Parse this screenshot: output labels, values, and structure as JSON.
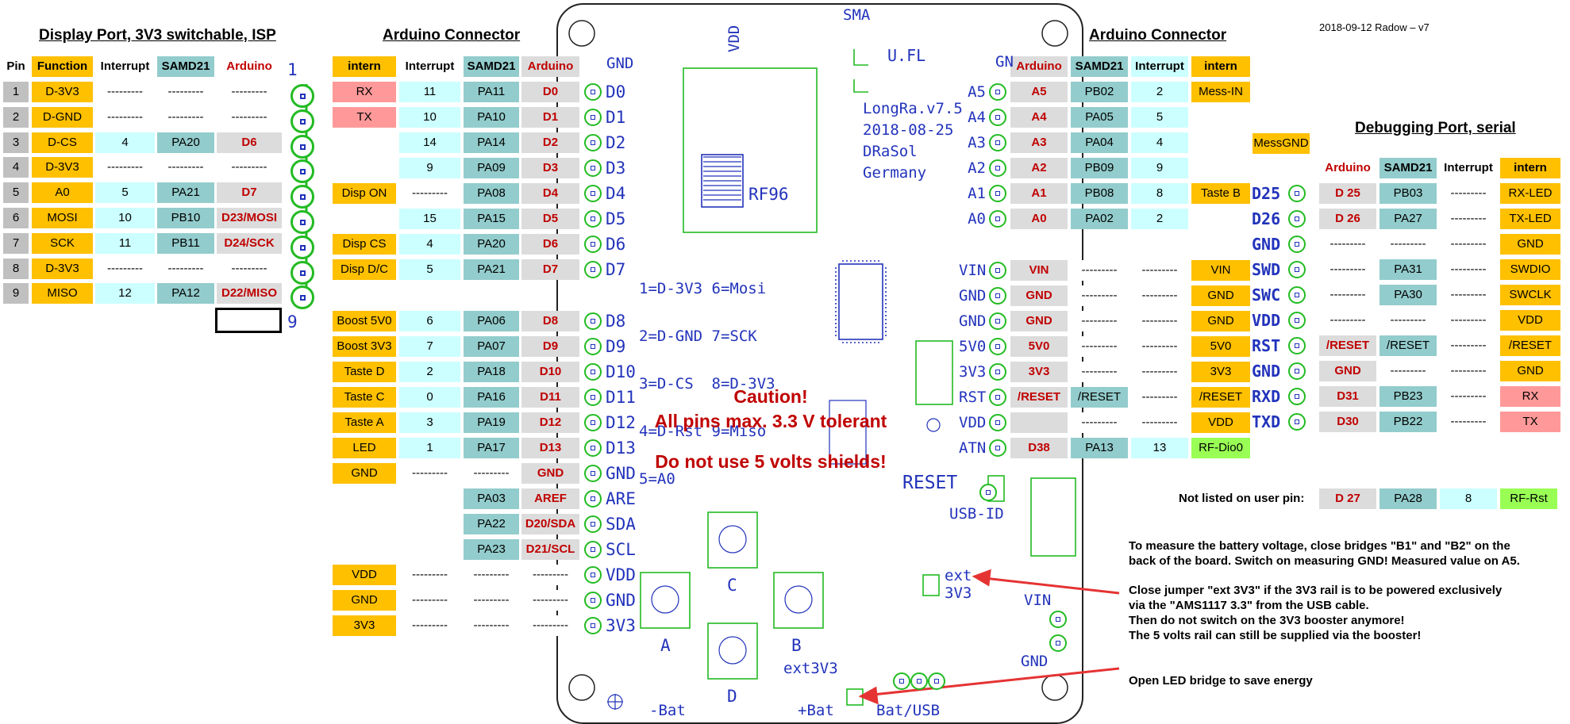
{
  "version": "2018-09-12 Radow – v7",
  "left_section": {
    "title": "Display Port, 3V3 switchable, ISP",
    "headers": [
      "Pin",
      "Function",
      "Interrupt",
      "SAMD21",
      "Arduino"
    ],
    "rows": [
      [
        "1",
        "D-3V3",
        "---------",
        "---------",
        "---------"
      ],
      [
        "2",
        "D-GND",
        "---------",
        "---------",
        "---------"
      ],
      [
        "3",
        "D-CS",
        "4",
        "PA20",
        "D6"
      ],
      [
        "4",
        "D-3V3",
        "---------",
        "---------",
        "---------"
      ],
      [
        "5",
        "A0",
        "5",
        "PA21",
        "D7"
      ],
      [
        "6",
        "MOSI",
        "10",
        "PB10",
        "D23/MOSI"
      ],
      [
        "7",
        "SCK",
        "11",
        "PB11",
        "D24/SCK"
      ],
      [
        "8",
        "D-3V3",
        "---------",
        "---------",
        "---------"
      ],
      [
        "9",
        "MISO",
        "12",
        "PA12",
        "D22/MISO"
      ]
    ],
    "header_numbers": [
      "1",
      "9"
    ]
  },
  "mid_section": {
    "title": "Arduino Connector",
    "headers": [
      "intern",
      "Interrupt",
      "SAMD21",
      "Arduino"
    ],
    "rows": [
      [
        "RX",
        "11",
        "PA11",
        "D0",
        "D0"
      ],
      [
        "TX",
        "10",
        "PA10",
        "D1",
        "D1"
      ],
      [
        "",
        "14",
        "PA14",
        "D2",
        "D2"
      ],
      [
        "",
        "9",
        "PA09",
        "D3",
        "D3"
      ],
      [
        "Disp ON",
        "---------",
        "PA08",
        "D4",
        "D4"
      ],
      [
        "",
        "15",
        "PA15",
        "D5",
        "D5"
      ],
      [
        "Disp CS",
        "4",
        "PA20",
        "D6",
        "D6"
      ],
      [
        "Disp D/C",
        "5",
        "PA21",
        "D7",
        "D7"
      ],
      [
        "Boost 5V0",
        "6",
        "PA06",
        "D8",
        "D8"
      ],
      [
        "Boost 3V3",
        "7",
        "PA07",
        "D9",
        "D9"
      ],
      [
        "Taste D",
        "2",
        "PA18",
        "D10",
        "D10"
      ],
      [
        "Taste C",
        "0",
        "PA16",
        "D11",
        "D11"
      ],
      [
        "Taste A",
        "3",
        "PA19",
        "D12",
        "D12"
      ],
      [
        "LED",
        "1",
        "PA17",
        "D13",
        "D13"
      ],
      [
        "GND",
        "---------",
        "---------",
        "GND",
        "GND"
      ],
      [
        "",
        "",
        "PA03",
        "AREF",
        "ARE"
      ],
      [
        "",
        "",
        "PA22",
        "D20/SDA",
        "SDA"
      ],
      [
        "",
        "",
        "PA23",
        "D21/SCL",
        "SCL"
      ],
      [
        "VDD",
        "---------",
        "---------",
        "---------",
        "VDD"
      ],
      [
        "GND",
        "---------",
        "---------",
        "---------",
        "GND"
      ],
      [
        "3V3",
        "---------",
        "---------",
        "---------",
        "3V3"
      ]
    ],
    "gnd_label": "GND"
  },
  "right_section": {
    "title": "Arduino Connector",
    "headers": [
      "Arduino",
      "SAMD21",
      "Interrupt",
      "intern"
    ],
    "top_label": "GN",
    "rows": [
      [
        "A5",
        "A5",
        "PB02",
        "2",
        "Mess-IN"
      ],
      [
        "A4",
        "A4",
        "PA05",
        "5",
        ""
      ],
      [
        "A3",
        "A3",
        "PA04",
        "4",
        ""
      ],
      [
        "A2",
        "A2",
        "PB09",
        "9",
        ""
      ],
      [
        "A1",
        "A1",
        "PB08",
        "8",
        "Taste B"
      ],
      [
        "A0",
        "A0",
        "PA02",
        "2",
        ""
      ],
      [
        "VIN",
        "VIN",
        "---------",
        "---------",
        "VIN"
      ],
      [
        "GND",
        "GND",
        "---------",
        "---------",
        "GND"
      ],
      [
        "GND",
        "GND",
        "---------",
        "---------",
        "GND"
      ],
      [
        "5V0",
        "5V0",
        "---------",
        "---------",
        "5V0"
      ],
      [
        "3V3",
        "3V3",
        "---------",
        "---------",
        "3V3"
      ],
      [
        "RST",
        "/RESET",
        "/RESET",
        "---------",
        "/RESET"
      ],
      [
        "VDD",
        "",
        "---------",
        "---------",
        "VDD"
      ],
      [
        "ATN",
        "D38",
        "PA13",
        "13",
        "RF-Dio0"
      ]
    ],
    "not_listed_label": "Not listed on user pin:",
    "not_listed": [
      "D 27",
      "PA28",
      "8",
      "RF-Rst"
    ]
  },
  "debug_section": {
    "title": "Debugging Port, serial",
    "messgnd": "MessGND",
    "headers": [
      "Arduino",
      "SAMD21",
      "Interrupt",
      "intern"
    ],
    "rows": [
      [
        "D25",
        "D 25",
        "PB03",
        "---------",
        "RX-LED"
      ],
      [
        "D26",
        "D 26",
        "PA27",
        "---------",
        "TX-LED"
      ],
      [
        "GND",
        "---------",
        "---------",
        "---------",
        "GND"
      ],
      [
        "SWD",
        "---------",
        "PA31",
        "---------",
        "SWDIO"
      ],
      [
        "SWC",
        "---------",
        "PA30",
        "---------",
        "SWCLK"
      ],
      [
        "VDD",
        "---------",
        "---------",
        "---------",
        "VDD"
      ],
      [
        "RST",
        "/RESET",
        "/RESET",
        "---------",
        "/RESET"
      ],
      [
        "GND",
        "GND",
        "---------",
        "---------",
        "GND"
      ],
      [
        "RXD",
        "D31",
        "PB23",
        "---------",
        "RX"
      ],
      [
        "TXD",
        "D30",
        "PB22",
        "---------",
        "TX"
      ]
    ]
  },
  "board": {
    "sma": "SMA",
    "vdd": "VDD",
    "ufl": "U.FL",
    "info": [
      "LongRa.v7.5",
      "2018-08-25",
      "DRaSol",
      "Germany"
    ],
    "rf": "RF96",
    "legend": [
      "1=D-3V3 6=Mosi",
      "2=D-GND 7=SCK",
      "3=D-CS  8=D-3V3",
      "4=D-Rst 9=Miso",
      "5=A0"
    ],
    "caution": [
      "Caution!",
      "All pins max. 3.3 V tolerant",
      "",
      "Do not use 5 volts shields!"
    ],
    "reset": "RESET",
    "usbid": "USB-ID",
    "ext3v3": [
      "ext",
      "3V3"
    ],
    "vin": "VIN",
    "gnd": "GND",
    "buttons": [
      "A",
      "B",
      "C",
      "D"
    ],
    "ext3v3_bottom": "ext3V3",
    "minus_bat": "-Bat",
    "plus_bat": "+Bat",
    "batusb": "Bat/USB"
  },
  "notes": {
    "battery": [
      "To measure the battery voltage, close bridges \"B1\" and \"B2\" on the",
      "back of the board. Switch on measuring GND! Measured value on A5."
    ],
    "jumper": [
      "Close jumper \"ext 3V3\" if the 3V3 rail is to be powered exclusively",
      "via the \"AMS1117 3.3\" from the USB cable.",
      "Then do not switch on the 3V3 booster anymore!",
      "The 5 volts rail can still be supplied via the booster!"
    ],
    "led": "Open LED bridge to save energy"
  },
  "colors": {
    "intern": "#ffc000",
    "interrupt": "#ccffff",
    "samd21": "#93cccc",
    "arduino": "#c00000",
    "pcb_lines": "#22bb22",
    "silk_text": "#2233bb"
  }
}
